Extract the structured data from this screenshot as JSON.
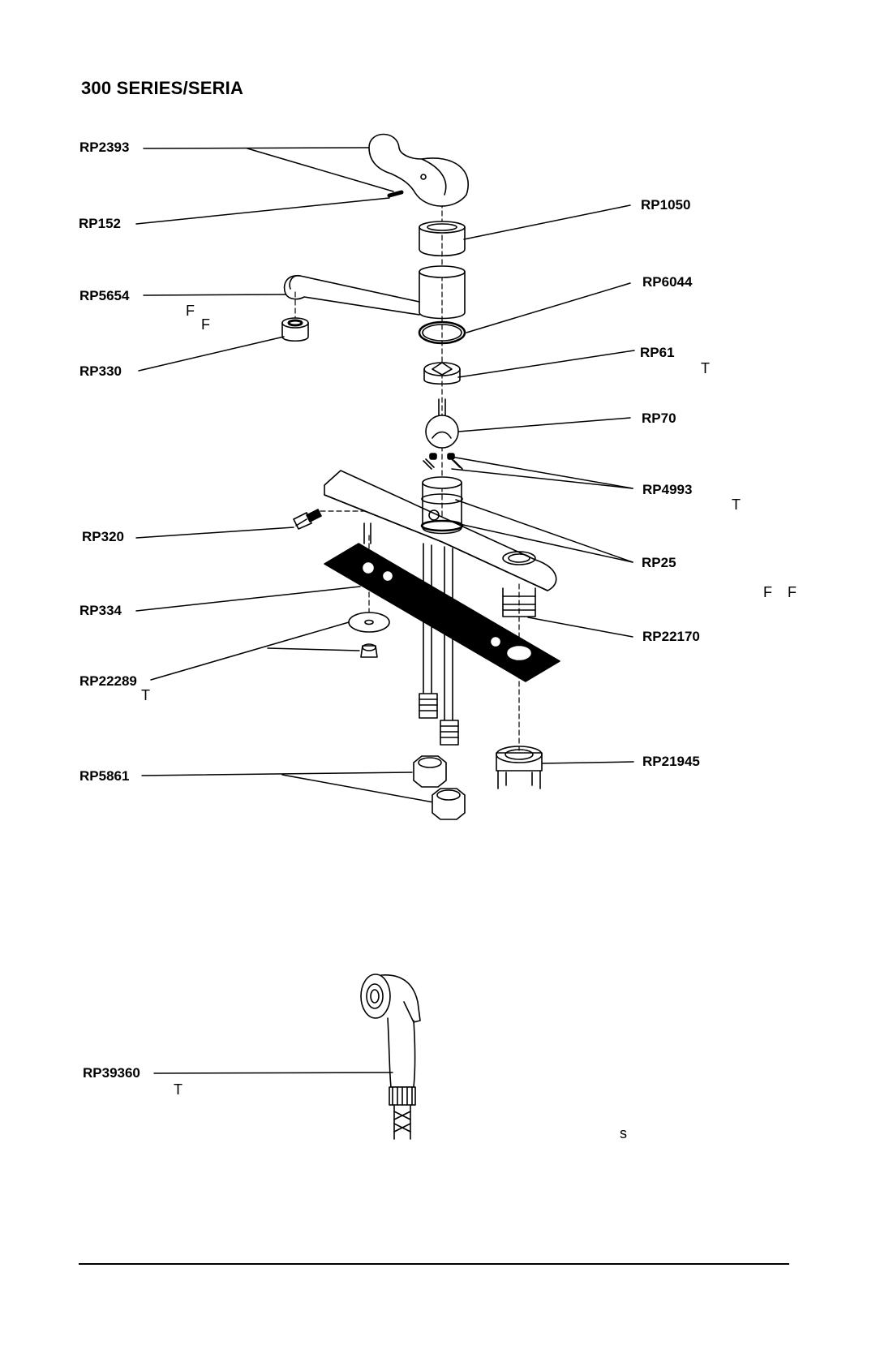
{
  "title": "300 SERIES/SERIA",
  "parts": [
    {
      "label": "RP2393"
    },
    {
      "label": "RP152"
    },
    {
      "label": "RP1050"
    },
    {
      "label": "RP5654"
    },
    {
      "label": "RP6044"
    },
    {
      "label": "RP330"
    },
    {
      "label": "RP61"
    },
    {
      "label": "RP70"
    },
    {
      "label": "RP4993"
    },
    {
      "label": "RP320"
    },
    {
      "label": "RP25"
    },
    {
      "label": "RP334"
    },
    {
      "label": "RP22170"
    },
    {
      "label": "RP22289"
    },
    {
      "label": "RP5861"
    },
    {
      "label": "RP21945"
    },
    {
      "label": "RP39360"
    }
  ],
  "fragments": [
    "F",
    "F",
    "T",
    "T",
    "F",
    "F",
    "T",
    "T",
    "s"
  ]
}
